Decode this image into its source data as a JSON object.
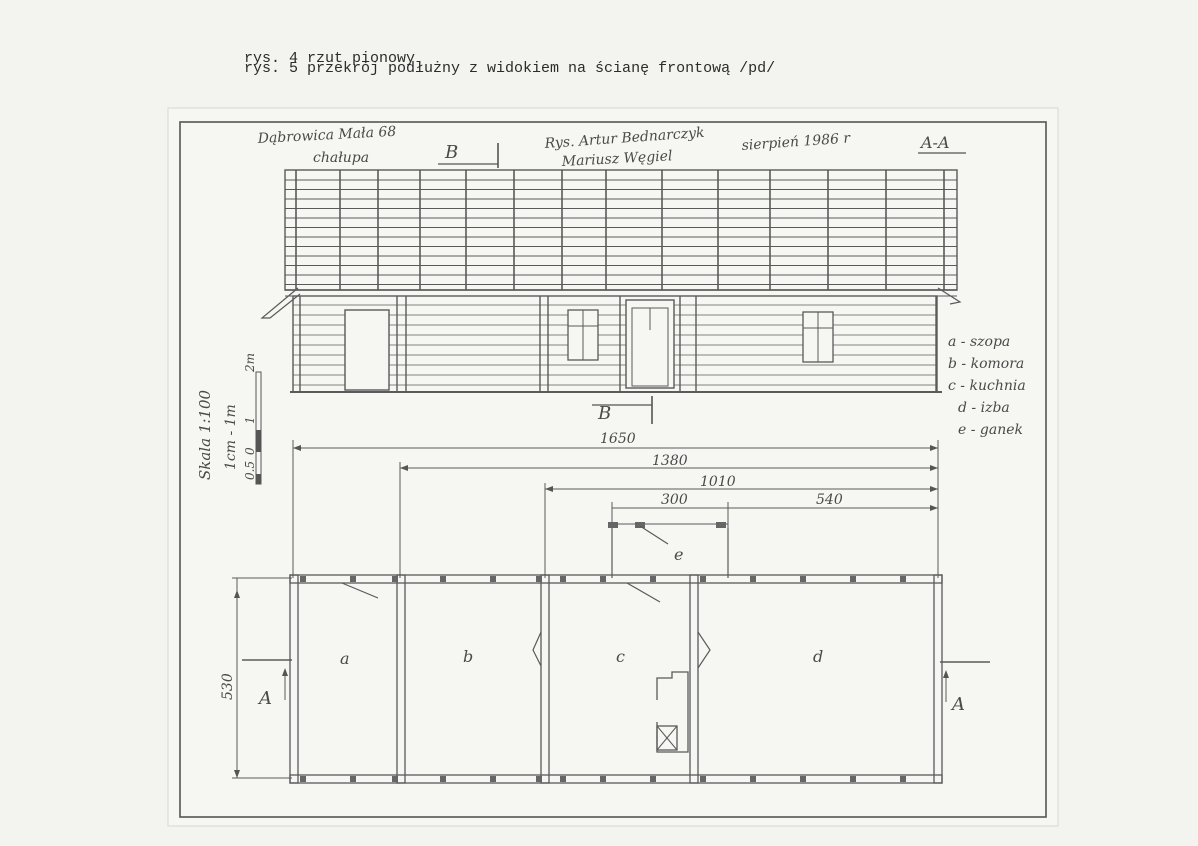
{
  "caption": {
    "line1": "rys. 4 rzut pionowy",
    "line2": "rys. 5 przekrój podłużny z widokiem na ścianę frontową /pd/"
  },
  "title_block": {
    "place": "Dąbrowica Mała 68",
    "object": "chałupa",
    "drawn_by": "Rys. Artur Bednarczyk",
    "date": "sierpień 1986 r",
    "co_author": "Mariusz Węgiel",
    "section_label": "A-A"
  },
  "section_markers": {
    "b": "B",
    "a": "A"
  },
  "scale": {
    "label": "Skala 1:100",
    "ratio": "1cm - 1m",
    "ticks": [
      "0.5",
      "0",
      "1",
      "2m"
    ]
  },
  "dimensions": {
    "total": "1650",
    "d1": "1380",
    "d2": "1010",
    "d3": "300",
    "d4": "540",
    "depth": "530"
  },
  "legend": [
    {
      "key": "a",
      "label": "a - szopa"
    },
    {
      "key": "b",
      "label": "b - komora"
    },
    {
      "key": "c",
      "label": "c - kuchnia"
    },
    {
      "key": "d",
      "label": "d - izba"
    },
    {
      "key": "e",
      "label": "e - ganek"
    }
  ],
  "rooms": {
    "a": "a",
    "b": "b",
    "c": "c",
    "d": "d",
    "e": "e"
  }
}
